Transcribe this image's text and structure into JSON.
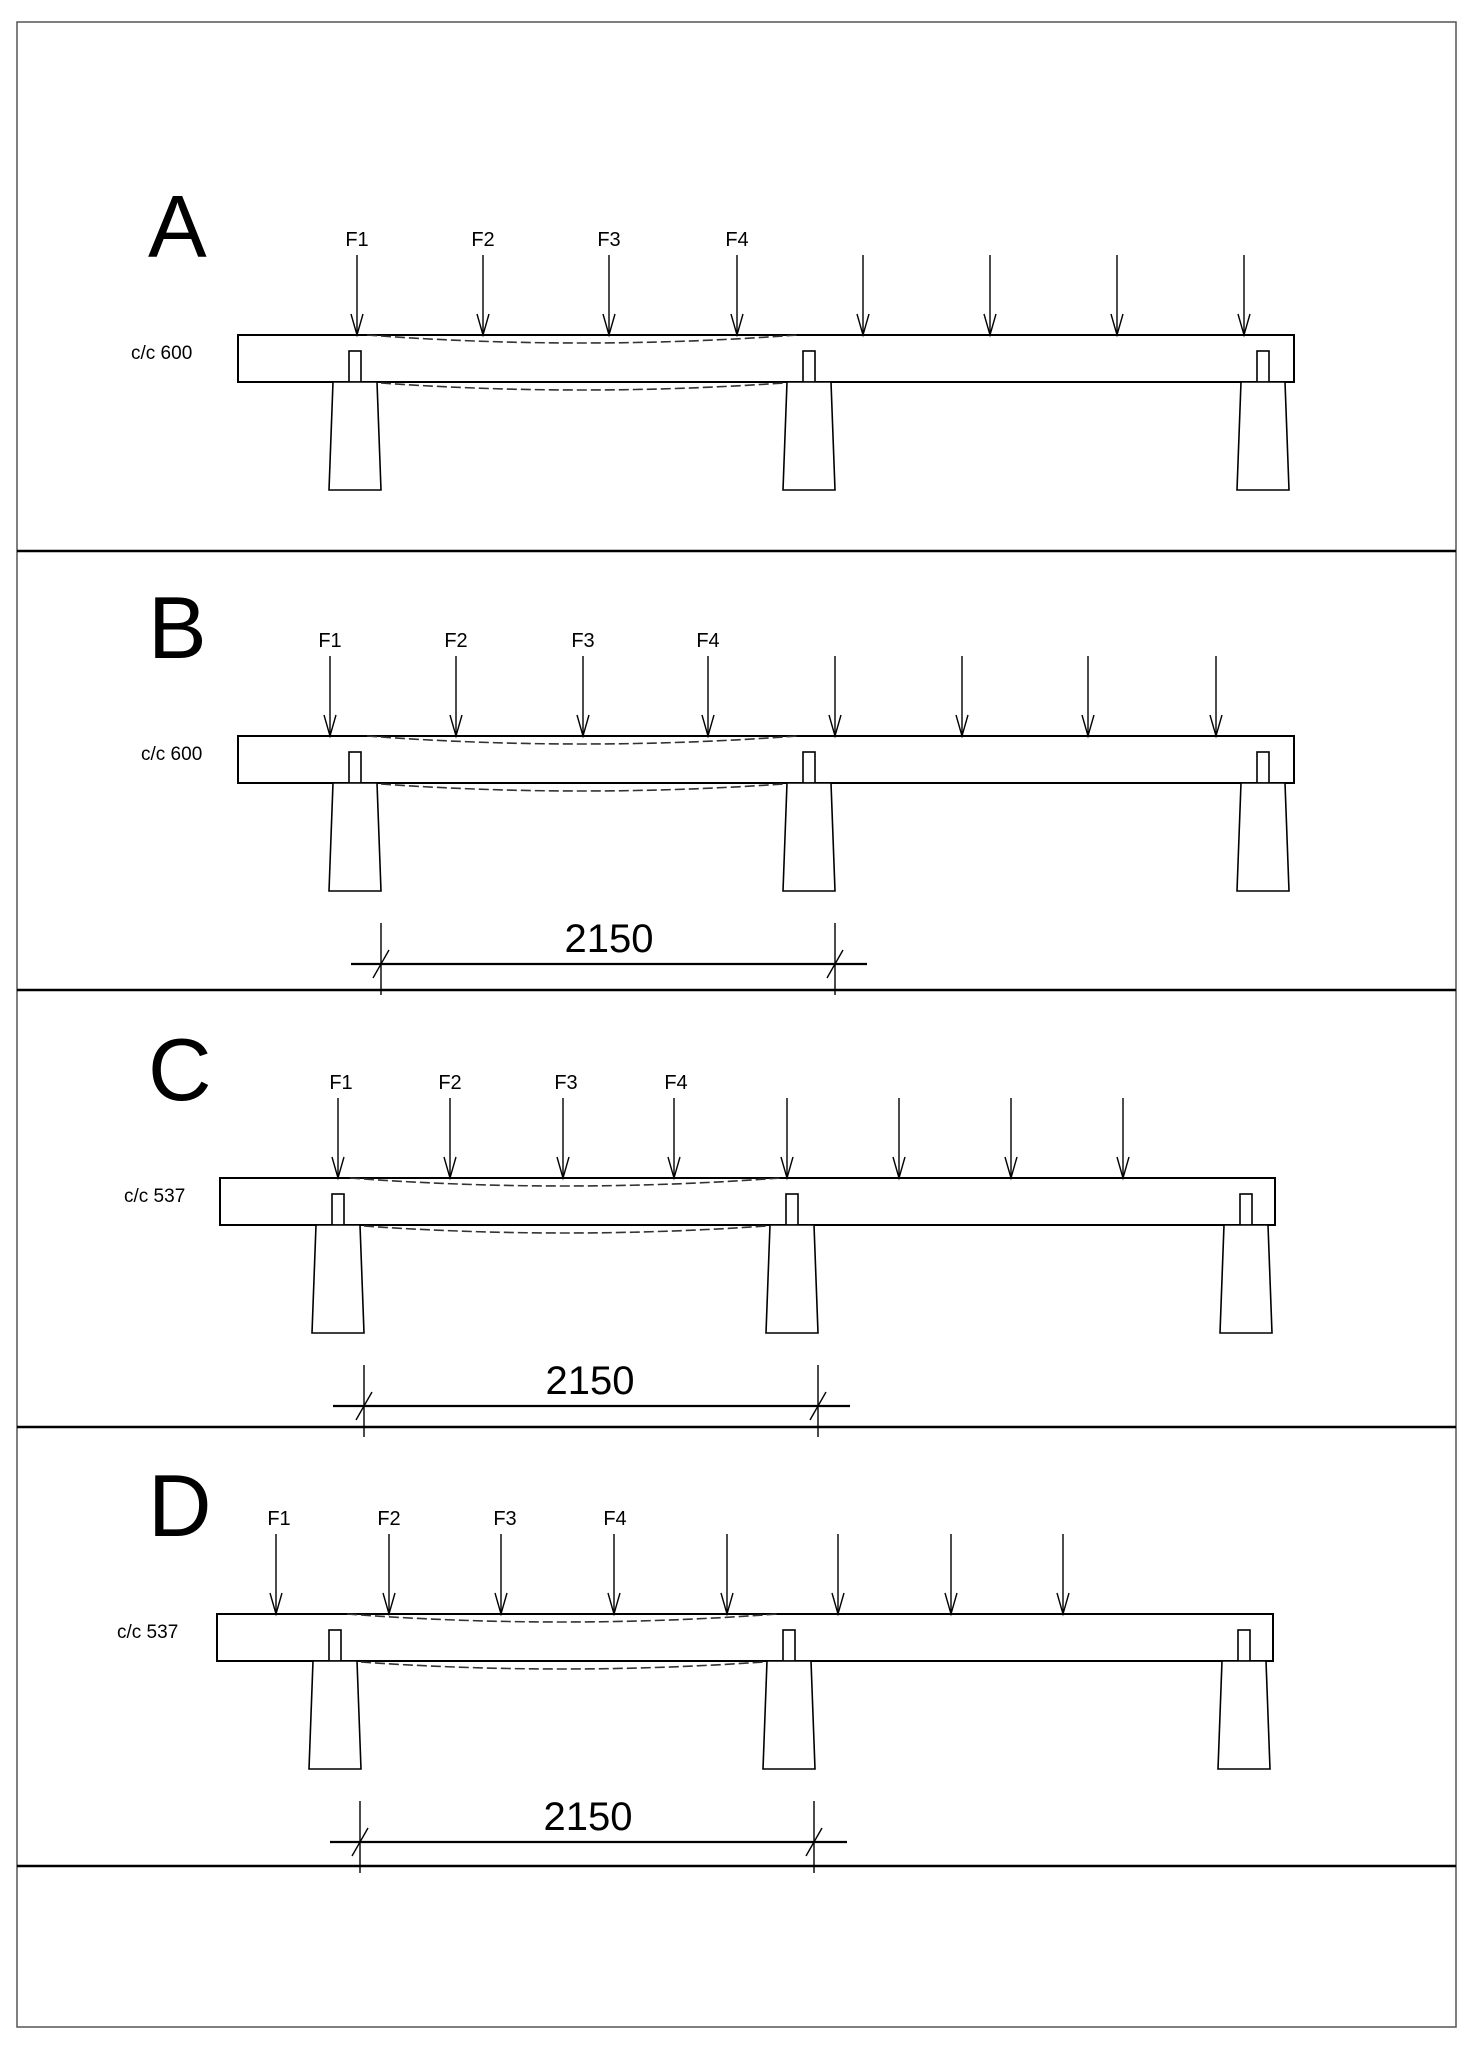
{
  "panels": [
    {
      "letter": "A",
      "forces": [
        "F1",
        "F2",
        "F3",
        "F4"
      ],
      "spacing_label": "c/c 600",
      "dimension": null
    },
    {
      "letter": "B",
      "forces": [
        "F1",
        "F2",
        "F3",
        "F4"
      ],
      "spacing_label": "c/c 600",
      "dimension": "2150"
    },
    {
      "letter": "C",
      "forces": [
        "F1",
        "F2",
        "F3",
        "F4"
      ],
      "spacing_label": "c/c 537",
      "dimension": "2150"
    },
    {
      "letter": "D",
      "forces": [
        "F1",
        "F2",
        "F3",
        "F4"
      ],
      "spacing_label": "c/c 537",
      "dimension": "2150"
    }
  ]
}
